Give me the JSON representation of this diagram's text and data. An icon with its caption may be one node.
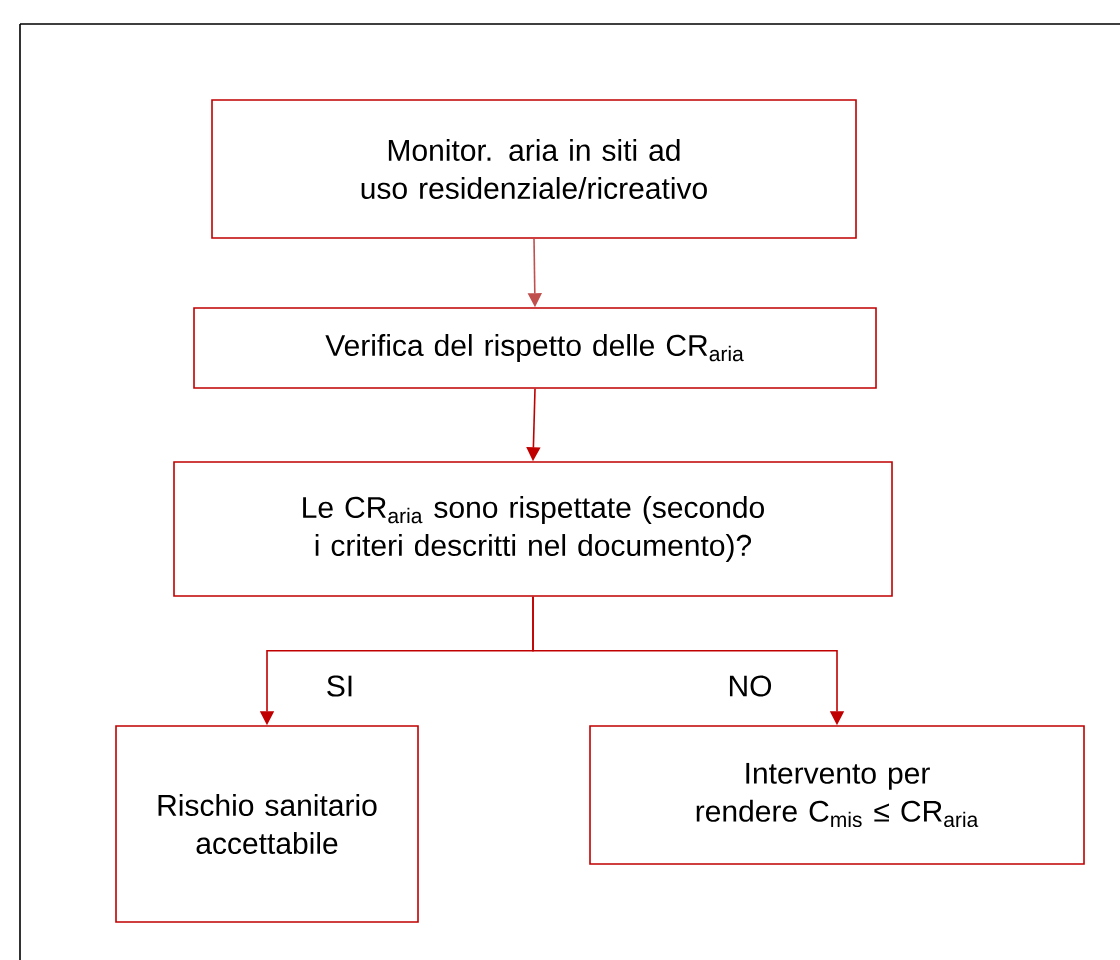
{
  "diagram": {
    "nodes": [
      {
        "text": [
          "Monitor. aria in siti ad uso residenziale/ricreativo"
        ]
      },
      {
        "text": [
          "Verifica del rispetto delle CR$_{aria}$"
        ]
      },
      {
        "text": [
          "Le CR$_{aria}$ sono rispettate (secondo i criteri descritti nel documento)?"
        ]
      },
      {
        "text": [
          "Rischio sanitario accettabile"
        ]
      },
      {
        "text": [
          "Intervento per rendere C$_{mis}$ ≤ CR$_{aria}$"
        ]
      }
    ],
    "edges": [
      {
        "from": 0,
        "to": 1,
        "arrow": "to",
        "color": "#c0504d"
      },
      {
        "from": 1,
        "to": 2,
        "arrow": "to"
      },
      {
        "from": 2,
        "to": 3,
        "arrow": "to",
        "label": "SI"
      },
      {
        "from": 2,
        "to": 4,
        "arrow": "to",
        "label": "NO"
      }
    ]
  }
}
